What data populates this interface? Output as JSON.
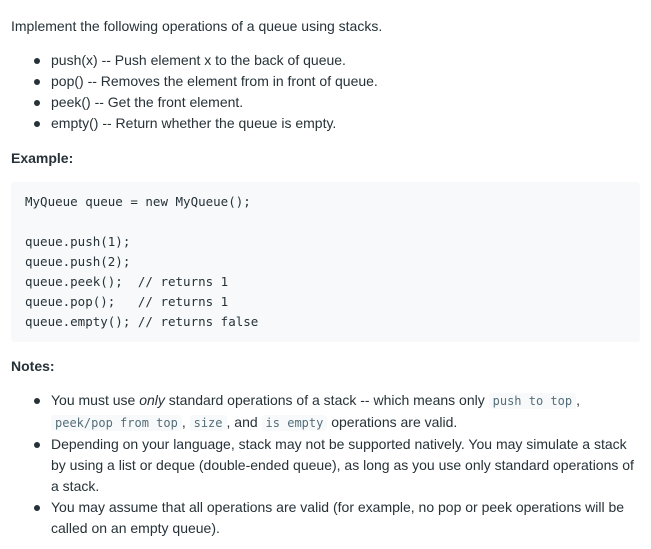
{
  "intro": "Implement the following operations of a queue using stacks.",
  "operations": [
    "push(x) -- Push element x to the back of queue.",
    "pop() -- Removes the element from in front of queue.",
    "peek() -- Get the front element.",
    "empty() -- Return whether the queue is empty."
  ],
  "example_heading": "Example:",
  "example_code": "MyQueue queue = new MyQueue();\n\nqueue.push(1);\nqueue.push(2);\nqueue.peek();  // returns 1\nqueue.pop();   // returns 1\nqueue.empty(); // returns false",
  "notes_heading": "Notes:",
  "notes": {
    "n1": {
      "t1": "You must use ",
      "em": "only",
      "t2": " standard operations of a stack -- which means only ",
      "c1": "push to top",
      "t3": ", ",
      "c2": "peek/pop from top",
      "t4": ", ",
      "c3": "size",
      "t5": ", and ",
      "c4": "is empty",
      "t6": " operations are valid."
    },
    "n2": "Depending on your language, stack may not be supported natively. You may simulate a stack by using a list or deque (double-ended queue), as long as you use only standard operations of a stack.",
    "n3": "You may assume that all operations are valid (for example, no pop or peek operations will be called on an empty queue)."
  }
}
